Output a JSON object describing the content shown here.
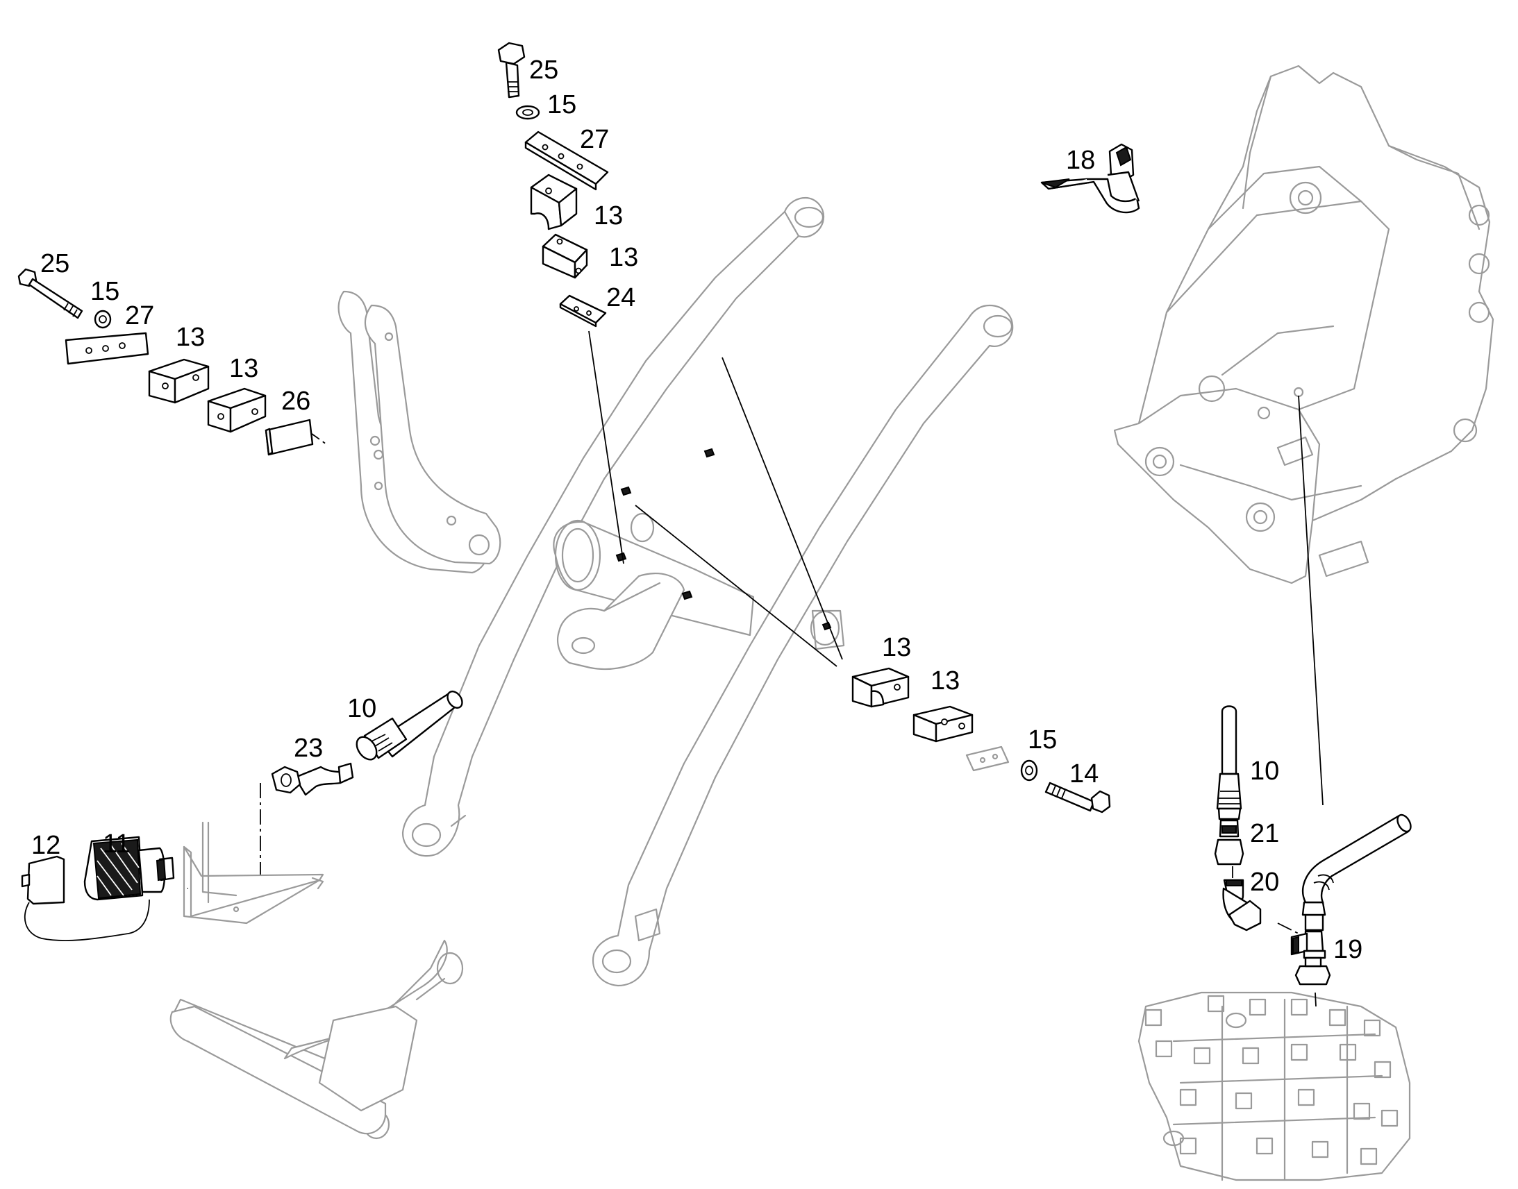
{
  "diagram": {
    "callouts": {
      "c25_top": "25",
      "c15_top": "15",
      "c27_top": "27",
      "c13_top_a": "13",
      "c13_top_b": "13",
      "c24": "24",
      "c25_left": "25",
      "c15_left": "15",
      "c27_left": "27",
      "c13_left_a": "13",
      "c13_left_b": "13",
      "c26": "26",
      "c18": "18",
      "c13_mid_a": "13",
      "c13_mid_b": "13",
      "c15_mid": "15",
      "c14": "14",
      "c10_mid": "10",
      "c23": "23",
      "c12": "12",
      "c11": "11",
      "c10_right": "10",
      "c21": "21",
      "c20": "20",
      "c19": "19"
    }
  }
}
